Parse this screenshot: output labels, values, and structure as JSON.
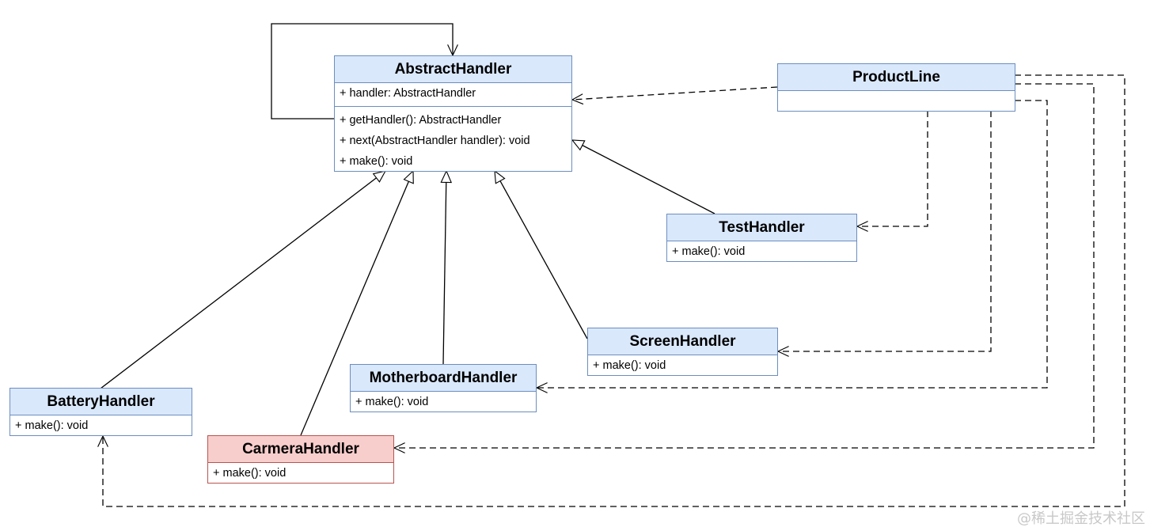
{
  "classes": {
    "abstract_handler": {
      "name": "AbstractHandler",
      "attributes": [
        "+ handler: AbstractHandler"
      ],
      "methods": [
        "+ getHandler(): AbstractHandler",
        "+ next(AbstractHandler handler): void",
        "+ make(): void"
      ]
    },
    "product_line": {
      "name": "ProductLine",
      "attributes": [],
      "methods": []
    },
    "test_handler": {
      "name": "TestHandler",
      "methods": [
        "+ make(): void"
      ]
    },
    "screen_handler": {
      "name": "ScreenHandler",
      "methods": [
        "+ make(): void"
      ]
    },
    "motherboard_handler": {
      "name": "MotherboardHandler",
      "methods": [
        "+ make(): void"
      ]
    },
    "battery_handler": {
      "name": "BatteryHandler",
      "methods": [
        "+ make(): void"
      ]
    },
    "carmera_handler": {
      "name": "CarmeraHandler",
      "methods": [
        "+ make(): void"
      ]
    }
  },
  "colors": {
    "class_fill": "#dae8fc",
    "class_border": "#6c8ebf",
    "highlight_fill": "#f8cecc",
    "highlight_border": "#b85450",
    "line": "#000000"
  },
  "watermark": "@稀土掘金技术社区"
}
